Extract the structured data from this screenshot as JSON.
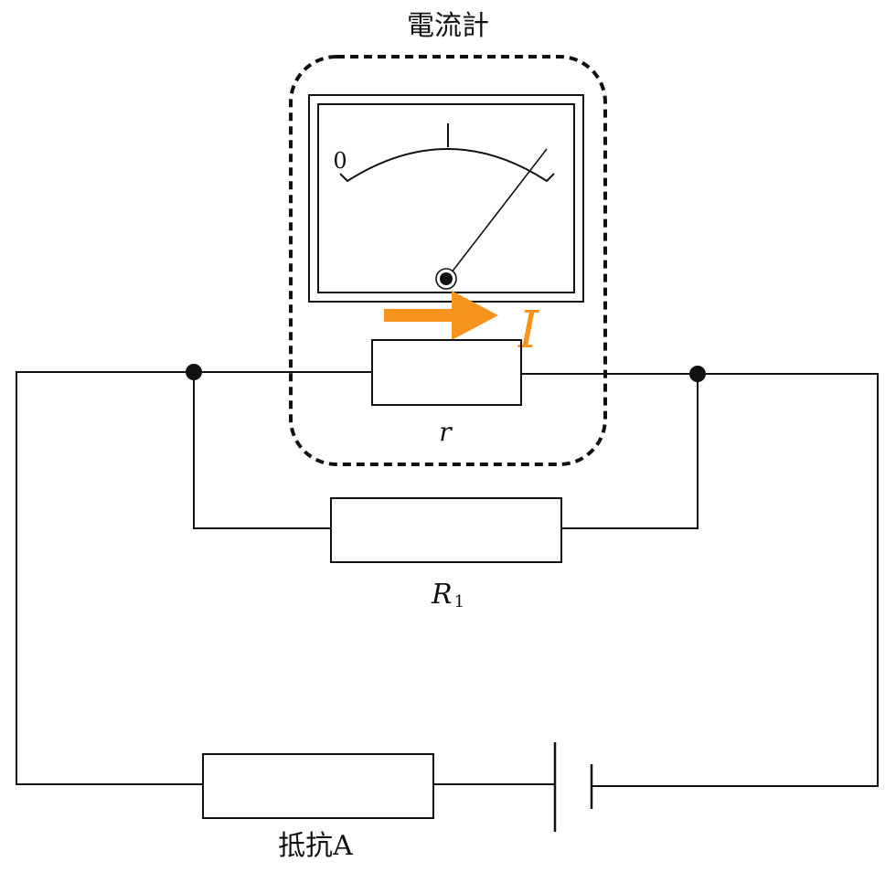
{
  "labels": {
    "meter_title": "電流計",
    "meter_zero": "0",
    "internal_resistance": "r",
    "parallel_resistor_symbol": "R",
    "parallel_resistor_subscript": "1",
    "series_resistor": "抵抗A",
    "current": "I"
  },
  "colors": {
    "wire": "#111111",
    "current_arrow": "#f7941d"
  }
}
